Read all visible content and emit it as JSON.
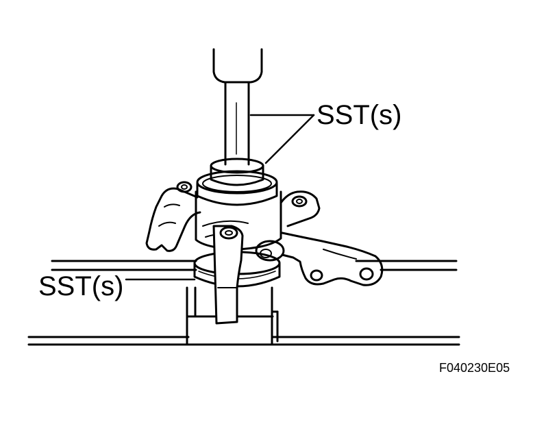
{
  "labels": {
    "sst_upper": "SST(s)",
    "sst_lower": "SST(s)",
    "figure_code": "F040230E05"
  },
  "colors": {
    "line": "#000000",
    "background": "#ffffff"
  }
}
